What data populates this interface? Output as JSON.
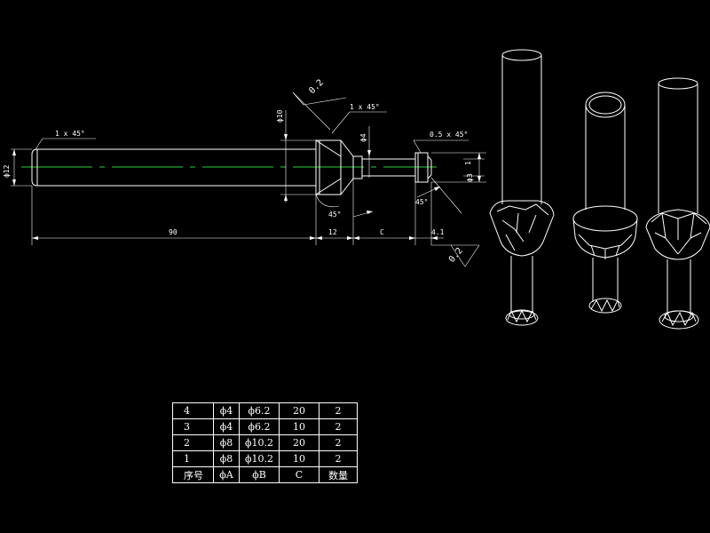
{
  "drawing": {
    "labels": {
      "chamfer_left": "1 x 45°",
      "diameter_main": "ϕ12",
      "diameter_collar": "ϕ10",
      "roughness_top": "0.2",
      "chamfer_collar": "1 x 45°",
      "diameter_neck": "ϕ4",
      "chamfer_tip": "0.5 x 45°",
      "diameter_tip": "ϕ3",
      "tip_step": "1",
      "angle_left": "45°",
      "angle_right": "45°",
      "len_main": "90",
      "len_collar": "12",
      "len_neck": "C",
      "len_tip": "4.1",
      "roughness_bottom": "0.2"
    }
  },
  "table": {
    "rows": [
      [
        "4",
        "ϕ4",
        "ϕ6.2",
        "20",
        "2"
      ],
      [
        "3",
        "ϕ4",
        "ϕ6.2",
        "10",
        "2"
      ],
      [
        "2",
        "ϕ8",
        "ϕ10.2",
        "20",
        "2"
      ],
      [
        "1",
        "ϕ8",
        "ϕ10.2",
        "10",
        "2"
      ]
    ],
    "header": [
      "序号",
      "ϕA",
      "ϕB",
      "C",
      "数量"
    ]
  }
}
